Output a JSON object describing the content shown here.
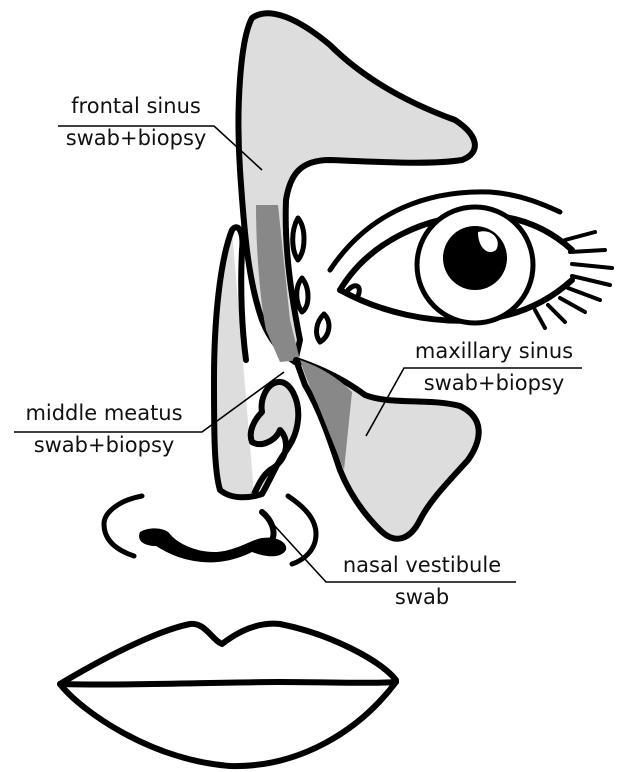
{
  "labels": {
    "frontal": {
      "line1": "frontal sinus",
      "line2": "swab+biopsy"
    },
    "middle": {
      "line1": "middle meatus",
      "line2": "swab+biopsy"
    },
    "maxillary": {
      "line1": "maxillary sinus",
      "line2": "swab+biopsy"
    },
    "nasal": {
      "line1": "nasal vestibule",
      "line2": "swab"
    }
  },
  "colors": {
    "outline": "#000000",
    "sinus_fill": "#dddddd",
    "sampling_zone": "#888888",
    "nostril": "#444444"
  }
}
